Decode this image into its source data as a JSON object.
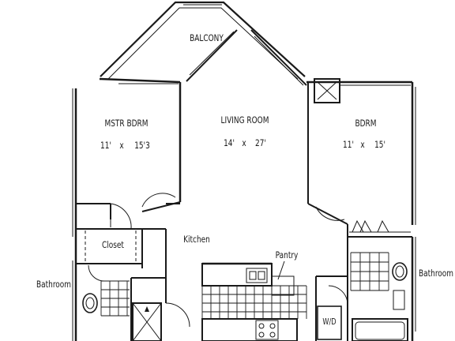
{
  "rooms": {
    "balcony": "BALCONY",
    "master_bedroom": {
      "name": "MSTR BDRM",
      "width": "11'",
      "by": "x",
      "length": "15'3"
    },
    "living_room": {
      "name": "LIVING ROOM",
      "width": "14'",
      "by": "x",
      "length": "27'"
    },
    "bedroom": {
      "name": "BDRM",
      "width": "11'",
      "by": "x",
      "length": "15'"
    },
    "closet": "Closet",
    "kitchen": "Kitchen",
    "pantry": "Pantry",
    "bathroom_left": "Bathroom",
    "bathroom_right": "Bathroom",
    "laundry": "W/D"
  }
}
